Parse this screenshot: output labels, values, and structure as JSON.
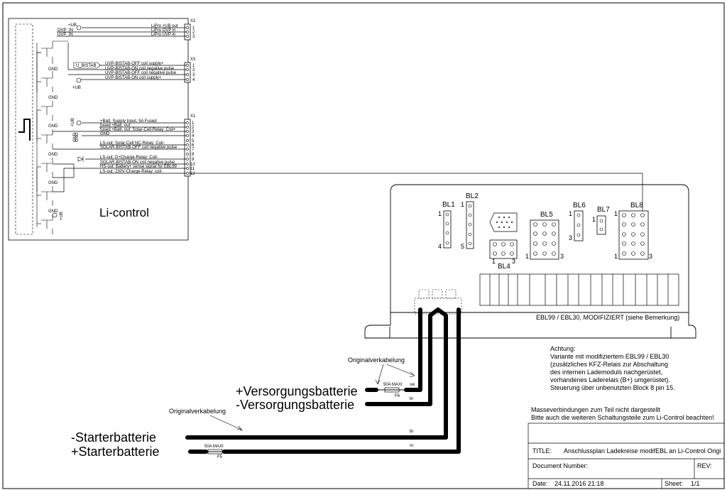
{
  "licontrol": {
    "title": "Li-control",
    "x2": {
      "label": "X2",
      "pins": [
        {
          "text": "LiPro +UB out",
          "num": "1"
        },
        {
          "text": "LiPro OVP in",
          "num": "2"
        },
        {
          "text": "LiPro UVP in",
          "num": "3"
        }
      ],
      "signals": [
        "+UB",
        "OVP_IN",
        "UVP_IN"
      ]
    },
    "x3": {
      "label": "X3",
      "pins": [
        {
          "text": "UVP-BISTAB-OFF coil supply+",
          "num": "1"
        },
        {
          "text": "UVP-BISTAB-ON coil negative pulse",
          "num": "2"
        },
        {
          "text": "UVP-BISTAB-OFF coil negative pulse",
          "num": "3"
        },
        {
          "text": "UVP-BISTAB-ON coil supply+",
          "num": "4"
        }
      ],
      "signals": [
        "U_BISTAB",
        "+UB"
      ]
    },
    "x1": {
      "label": "X1",
      "pins": [
        {
          "text": "+Batt. Supply Input, 5A Fused",
          "num": "1"
        },
        {
          "text": "fused +Batt. out",
          "num": "2"
        },
        {
          "text": "fused +Batt. out: Solar-Cell-Relay: Coil+",
          "num": "3"
        },
        {
          "text": "GND",
          "num": "4"
        },
        {
          "text": "LS-out: Solar-Cell NC-Relay: Coil-",
          "num": "5"
        },
        {
          "text": "SOLAR-BISTAB-OFF coil negative pulse",
          "num": "6"
        },
        {
          "text": "",
          "num": "7"
        },
        {
          "text": "LS-out: D+Charge-Relay: Coil-",
          "num": "8"
        },
        {
          "text": "SOLAR-BISTAB-ON coil negative pulse",
          "num": "9"
        },
        {
          "text": "HS-out: Battery+ sense signal for EBL99",
          "num": "10"
        },
        {
          "text": "LS-out: 230V-Charge-Relay: coil-",
          "num": "11"
        },
        {
          "text": "",
          "num": "12"
        }
      ],
      "signals": [
        "+UB",
        "GND"
      ]
    },
    "gnd_labels": [
      "GND",
      "GND",
      "GND",
      "GND",
      "GND",
      "GND",
      "GND"
    ],
    "ub_label": "+UB"
  },
  "ebl": {
    "caption": "EBL99 / EBL30, MODIFIZIERT (siehe Bemerkung)",
    "blocks": [
      {
        "name": "BL1",
        "first": "1",
        "last": "4"
      },
      {
        "name": "BL2",
        "first": "1",
        "last": "5"
      },
      {
        "name": "BL4",
        "first": "1",
        "last": "3"
      },
      {
        "name": "BL5",
        "first": "1",
        "last": "3"
      },
      {
        "name": "BL6",
        "first": "1",
        "last": "3"
      },
      {
        "name": "BL7",
        "first": "1",
        "last": ""
      },
      {
        "name": "BL8",
        "first": "1",
        "last": "3"
      }
    ]
  },
  "cables": {
    "versorgung_plus": "+Versorgungsbatterie",
    "versorgung_minus": "-Versorgungsbatterie",
    "starter_minus": "-Starterbatterie",
    "starter_plus": "+Starterbatterie",
    "original1": "Originalverkabelung",
    "original2": "Originalverkabelung",
    "sw": "sw",
    "br1": "br",
    "br2": "br",
    "ro": "ro",
    "fuse6_rating": "50A MAXI",
    "fuse6_name": "F6",
    "fuse5_rating": "50A MAXI",
    "fuse5_name": "F5"
  },
  "note": {
    "lines": [
      "Achtung:",
      "Variante mit modifiziertem EBL99 / EBL30",
      "(zusätzliches KFZ-Relais zur Abschaltung",
      "des internen Lademoduls nachgerüstet,",
      "vorhandenes Laderelais (B+) umgerüstet).",
      "Steuerung über unbenutzten Block 8 pin 15."
    ]
  },
  "titleblock": {
    "remark1": "Masseverbindungen zum Teil nicht dargestellt",
    "remark2": "Bitte auch die weiteren Schaltungsteile zum Li-Control beachten!",
    "title_label": "TITLE:",
    "title_value": "Anschlussplan Ladekreise modifEBL an Li-Control Origi",
    "docnum_label": "Document Number:",
    "rev_label": "REV:",
    "date_label": "Date:",
    "date_value": "24.11.2016 21:18",
    "sheet_label": "Sheet:",
    "sheet_value": "1/1"
  }
}
